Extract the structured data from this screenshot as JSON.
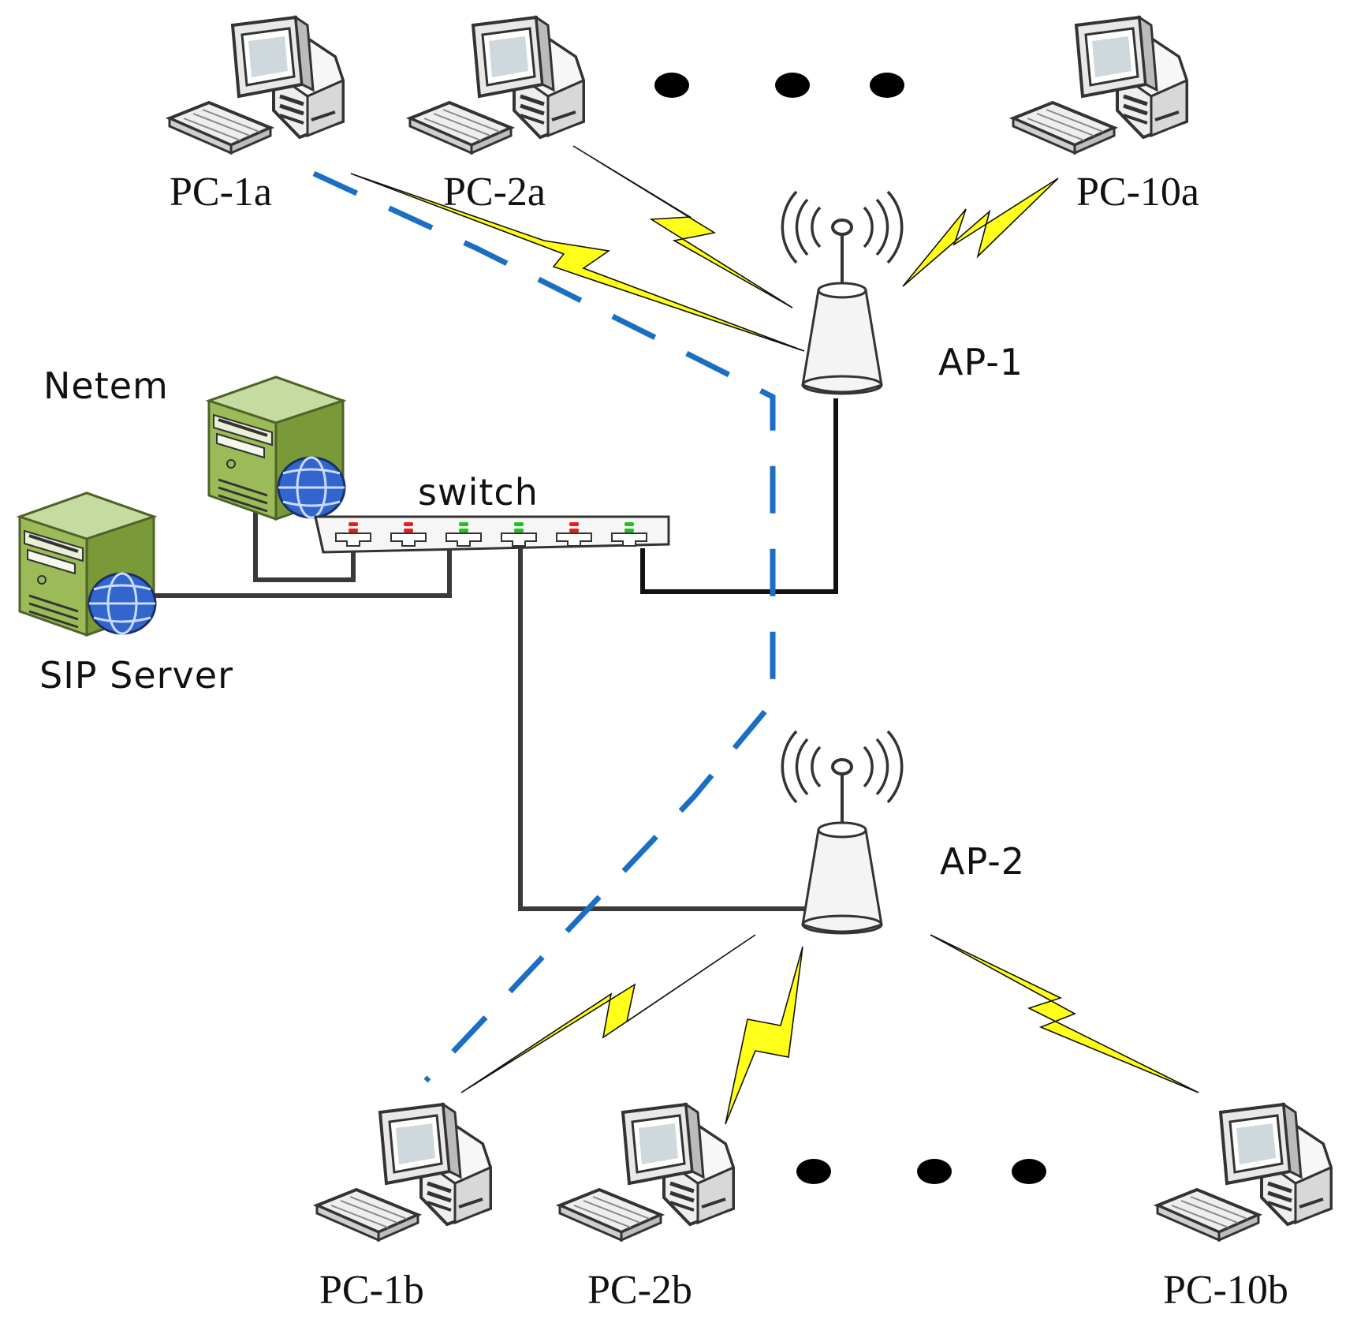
{
  "labels": {
    "pc1a": "PC-1a",
    "pc2a": "PC-2a",
    "pc10a": "PC-10a",
    "pc1b": "PC-1b",
    "pc2b": "PC-2b",
    "pc10b": "PC-10b",
    "ap1": "AP-1",
    "ap2": "AP-2",
    "netem": "Netem",
    "sip_server": "SIP Server",
    "switch": "switch"
  },
  "switch_ports": [
    {
      "port": 1,
      "led": "red"
    },
    {
      "port": 2,
      "led": "red"
    },
    {
      "port": 3,
      "led": "green"
    },
    {
      "port": 4,
      "led": "green"
    },
    {
      "port": 5,
      "led": "red"
    },
    {
      "port": 6,
      "led": "green"
    }
  ],
  "colors": {
    "wireless_link": "#ffff1a",
    "roaming_path": "#1b6fc2",
    "wired_link": "#3a3a3a",
    "server_body": "#9bbb59",
    "led_red": "#e02020",
    "led_green": "#22c022"
  }
}
